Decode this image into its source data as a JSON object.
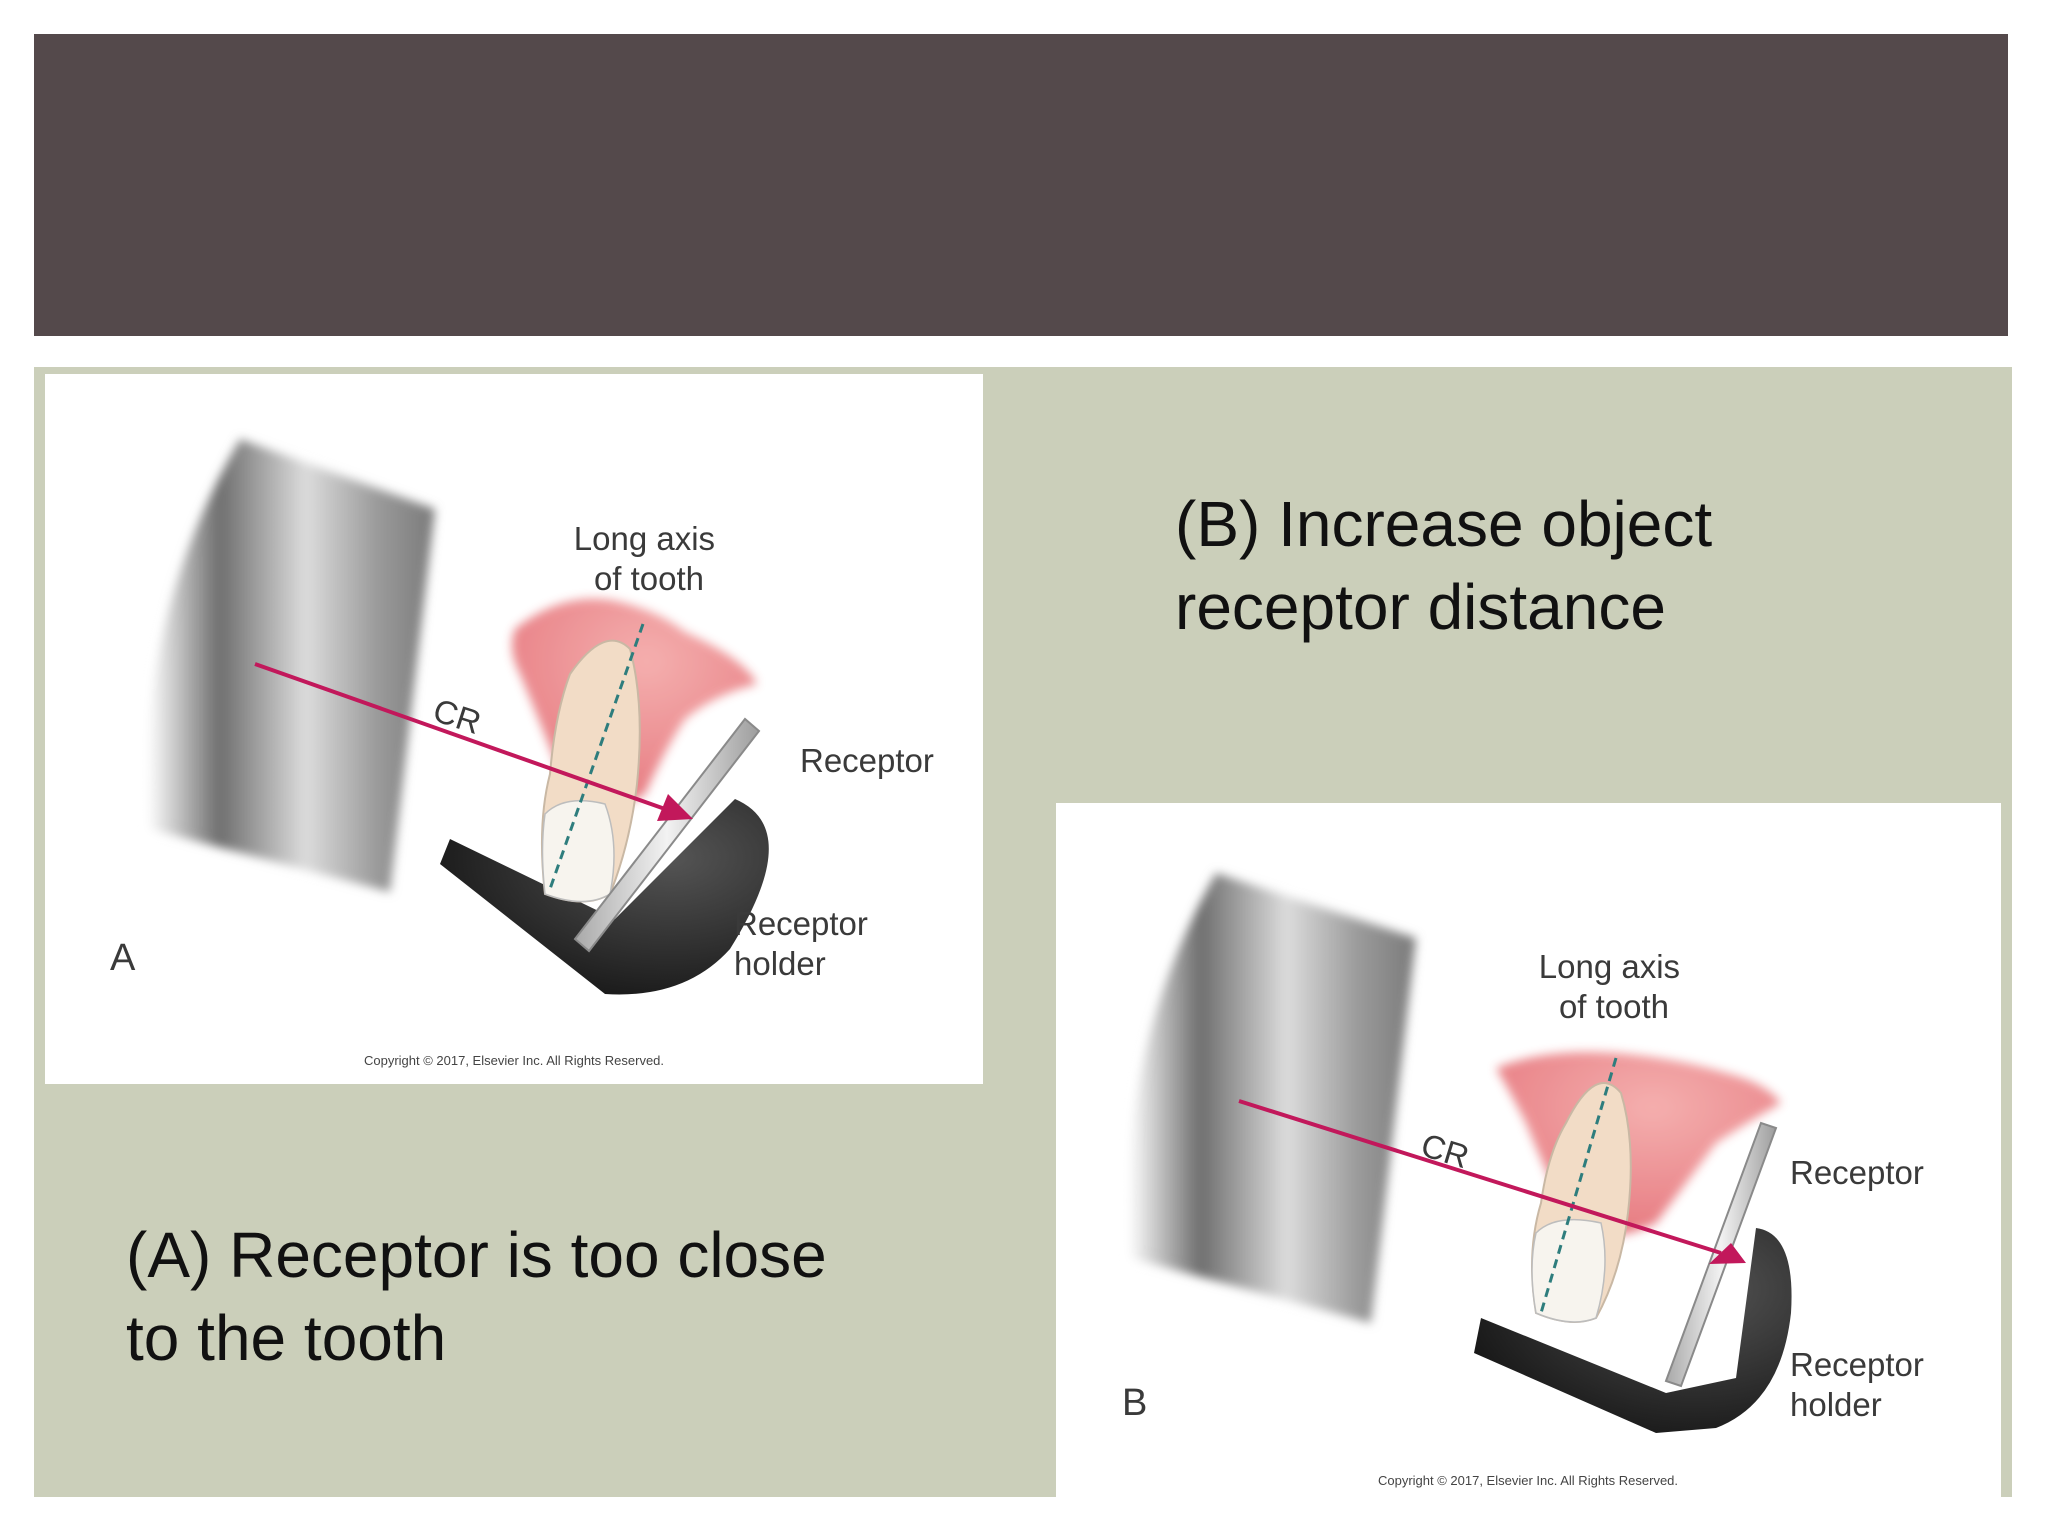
{
  "slide": {
    "accent_color": "#54494b",
    "background_color": "#cbcfba",
    "caption_b_lines": [
      "(B) Increase object",
      "receptor distance"
    ],
    "caption_a_lines": [
      "(A) Receptor is too close",
      "to the tooth"
    ]
  },
  "panel_a": {
    "letter": "A",
    "long_axis_lines": [
      "Long axis",
      "of tooth"
    ],
    "cr_label": "CR",
    "receptor_label": "Receptor",
    "holder_lines": [
      "Receptor",
      "holder"
    ],
    "copyright": "Copyright © 2017, Elsevier Inc. All Rights Reserved."
  },
  "panel_b": {
    "letter": "B",
    "long_axis_lines": [
      "Long axis",
      "of tooth"
    ],
    "cr_label": "CR",
    "receptor_label": "Receptor",
    "holder_lines": [
      "Receptor",
      "holder"
    ],
    "copyright": "Copyright © 2017, Elsevier Inc. All Rights Reserved."
  },
  "colors": {
    "beam": "#c2185b",
    "gum": "#e8757a",
    "holder": "#2a2a2a",
    "receptor": "#d8d8d8"
  }
}
